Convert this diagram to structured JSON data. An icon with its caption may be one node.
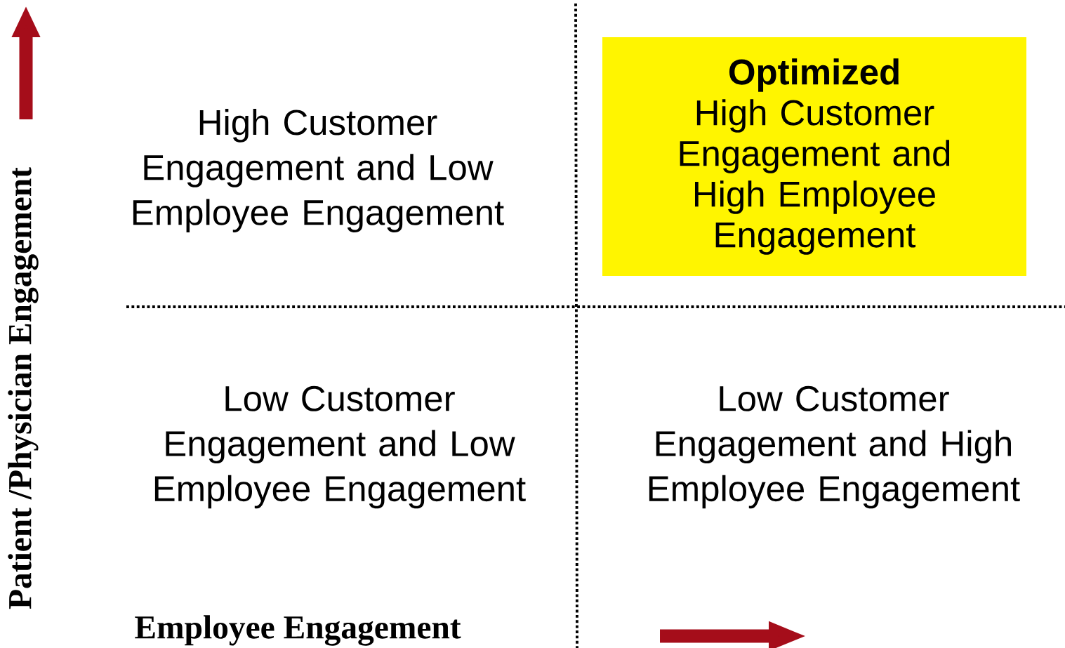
{
  "diagram": {
    "nodes": [
      {
        "text": [
          "Optimized",
          "High Customer Engagement and High Employee Engagement"
        ]
      }
    ],
    "labels": [
      "High Customer Engagement and Low Employee Engagement",
      "Low Customer Engagement and Low Employee Engagement",
      "Low Customer Engagement and High Employee Engagement",
      "Patient /Physician Engagement",
      "Employee Engagement"
    ]
  }
}
